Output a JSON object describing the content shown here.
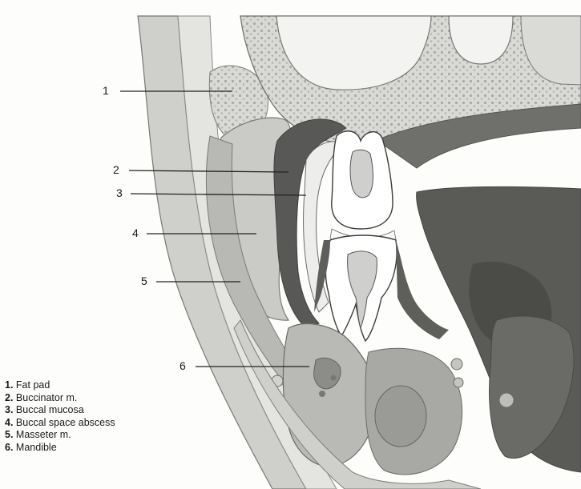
{
  "figure": {
    "callouts": [
      {
        "num": "1"
      },
      {
        "num": "2"
      },
      {
        "num": "3"
      },
      {
        "num": "4"
      },
      {
        "num": "5"
      },
      {
        "num": "6"
      }
    ],
    "legend": [
      {
        "num": "1.",
        "label": "Fat pad"
      },
      {
        "num": "2.",
        "label": "Buccinator m."
      },
      {
        "num": "3.",
        "label": "Buccal mucosa"
      },
      {
        "num": "4.",
        "label": "Buccal space abscess"
      },
      {
        "num": "5.",
        "label": "Masseter m."
      },
      {
        "num": "6.",
        "label": "Mandible"
      }
    ]
  }
}
